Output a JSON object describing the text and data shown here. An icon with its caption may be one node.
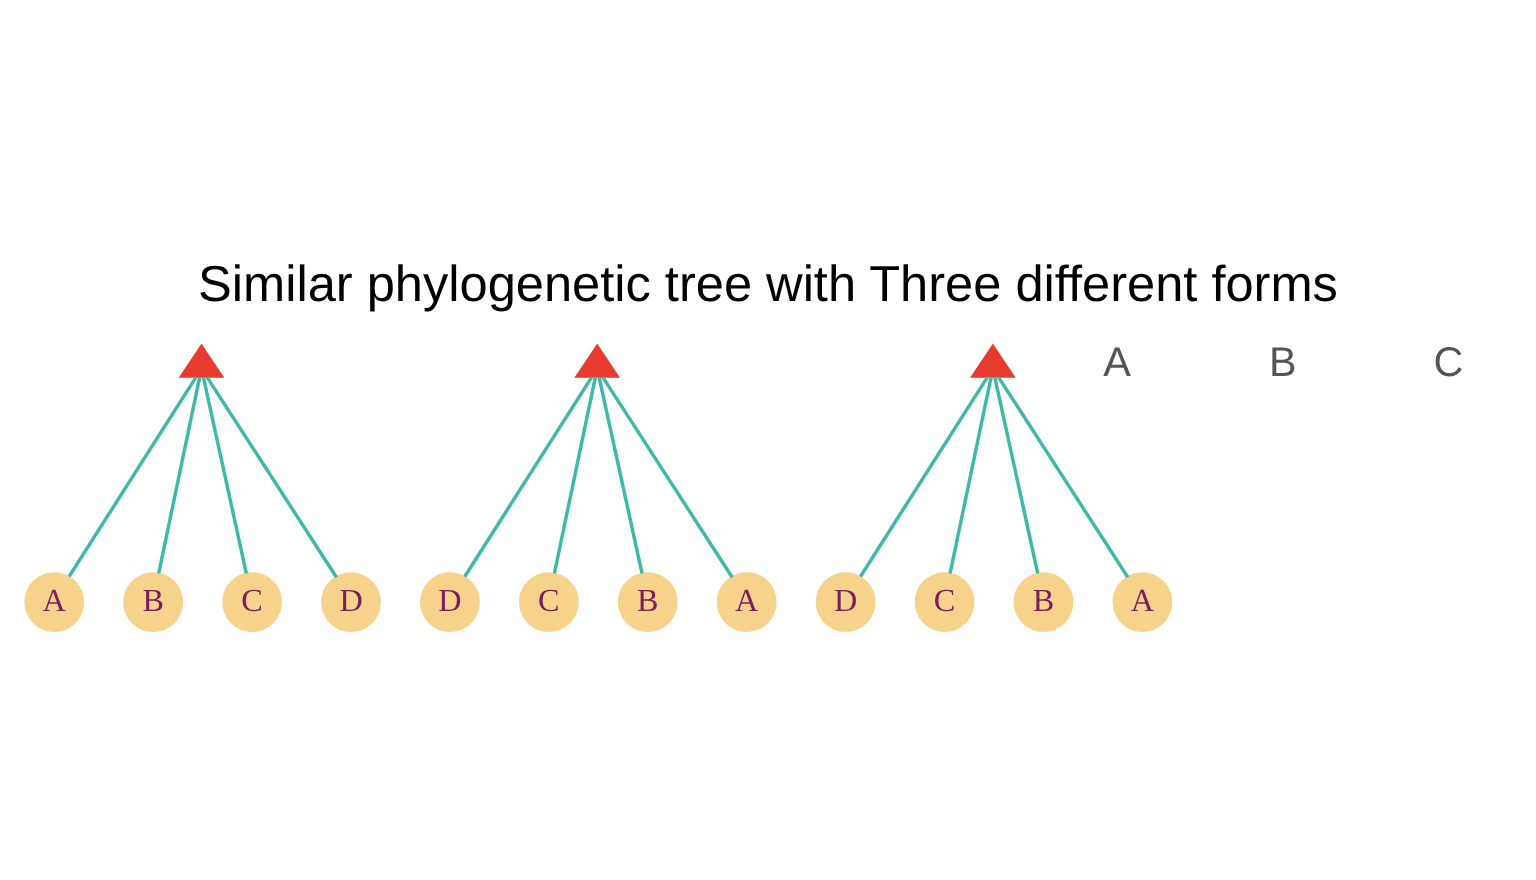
{
  "diagram": {
    "title": "Similar phylogenetic tree with Three different forms",
    "nodes": [
      {
        "text": [],
        "shape": "triangle"
      },
      {
        "text": [
          "A"
        ]
      },
      {
        "text": [
          "B"
        ]
      },
      {
        "text": [
          "C"
        ]
      },
      {
        "text": [
          "D"
        ]
      },
      {
        "text": [],
        "shape": "triangle"
      },
      {
        "text": [
          "D"
        ]
      },
      {
        "text": [
          "C"
        ]
      },
      {
        "text": [
          "B"
        ]
      },
      {
        "text": [
          "A"
        ]
      },
      {
        "text": [
          "D"
        ]
      },
      {
        "text": [
          "C"
        ]
      },
      {
        "text": [
          "B"
        ]
      },
      {
        "text": [
          "A"
        ]
      },
      {
        "text": [],
        "shape": "triangle"
      }
    ],
    "edges": [
      {
        "from": 0,
        "to": 1,
        "arrow": "none"
      },
      {
        "from": 0,
        "to": 2,
        "arrow": "none"
      },
      {
        "from": 0,
        "to": 3,
        "arrow": "none"
      },
      {
        "from": 0,
        "to": 4,
        "arrow": "none"
      },
      {
        "from": 5,
        "to": 6,
        "arrow": "none"
      },
      {
        "from": 5,
        "to": 7,
        "arrow": "none"
      },
      {
        "from": 5,
        "to": 8,
        "arrow": "none"
      },
      {
        "from": 5,
        "to": 9,
        "arrow": "none"
      },
      {
        "from": 14,
        "to": 10,
        "arrow": "none"
      },
      {
        "from": 14,
        "to": 11,
        "arrow": "none"
      },
      {
        "from": 14,
        "to": 12,
        "arrow": "none"
      },
      {
        "from": 14,
        "to": 13,
        "arrow": "none"
      }
    ],
    "labels": [
      "A",
      "B",
      "C"
    ]
  }
}
